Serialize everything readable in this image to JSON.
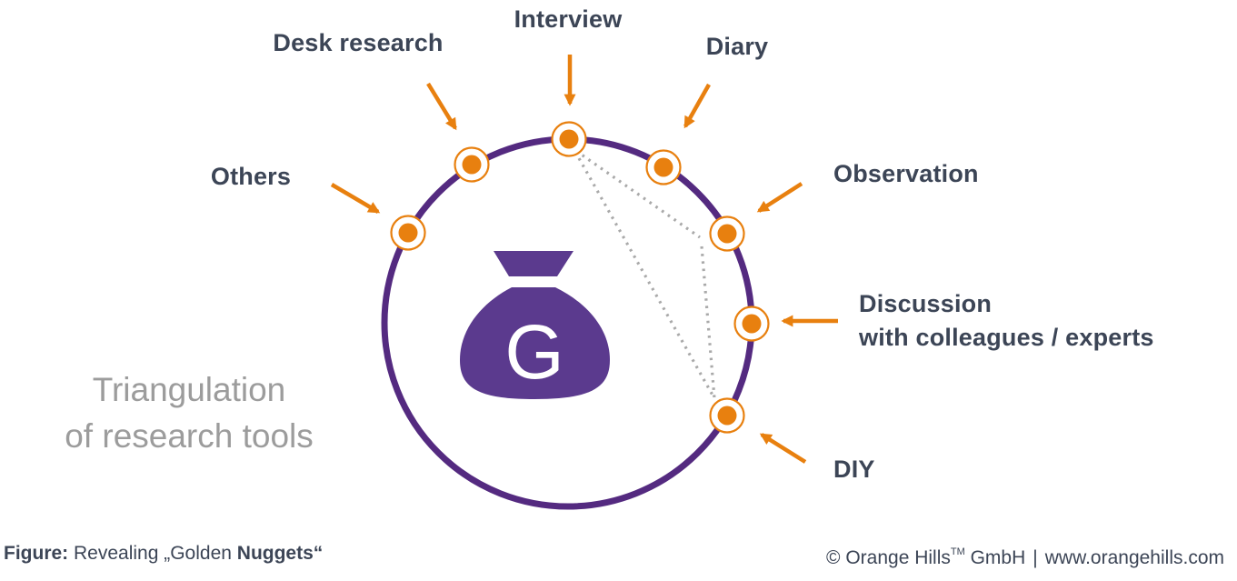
{
  "caption": {
    "line1": "Triangulation",
    "line2": "of research tools"
  },
  "bag": {
    "letter": "G"
  },
  "tools": [
    {
      "id": "interview",
      "label": "Interview"
    },
    {
      "id": "desk-research",
      "label": "Desk research"
    },
    {
      "id": "diary",
      "label": "Diary"
    },
    {
      "id": "others",
      "label": "Others"
    },
    {
      "id": "observation",
      "label": "Observation"
    },
    {
      "id": "discussion",
      "label_line1": "Discussion",
      "label_line2": "with colleagues / experts"
    },
    {
      "id": "diy",
      "label": "DIY"
    }
  ],
  "footer": {
    "figure_label": "Figure:",
    "figure_text": " Revealing „Golden ",
    "figure_text_bold": "Nuggets“",
    "copyright": "© Orange Hills",
    "trademark": "TM",
    "company": " GmbH",
    "divider": "|",
    "website": "www.orangehills.com"
  },
  "colors": {
    "circle_purple": "#542a80",
    "bag_purple": "#5b3a8e",
    "orange": "#e8800f",
    "label_navy": "#3c4556",
    "caption_gray": "#9c9c9c",
    "dotted_gray": "#a9a9a9"
  }
}
